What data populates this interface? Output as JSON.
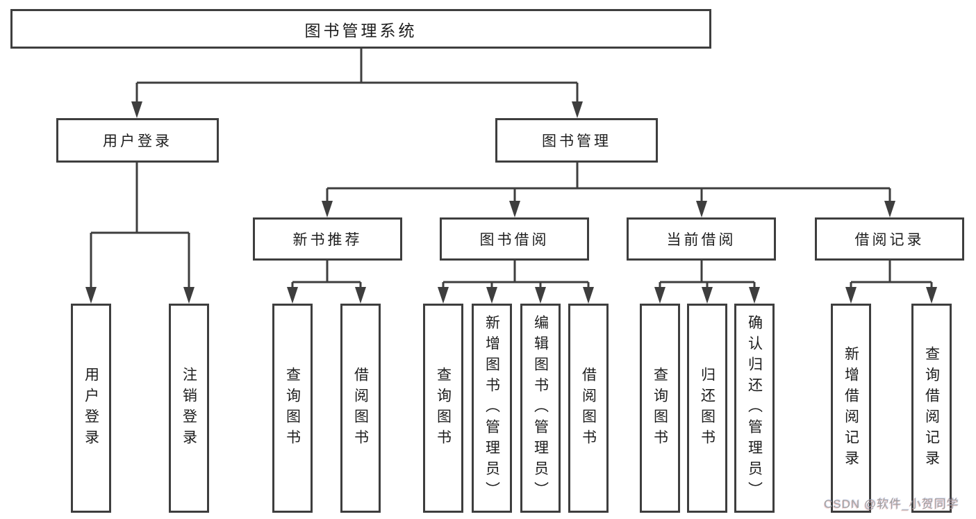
{
  "diagram": {
    "root": {
      "label": "图书管理系统"
    },
    "branches": [
      {
        "label": "用户登录",
        "children": [
          {
            "label": "用户登录"
          },
          {
            "label": "注销登录"
          }
        ]
      },
      {
        "label": "图书管理",
        "children": [
          {
            "label": "新书推荐",
            "children": [
              {
                "label": "查询图书"
              },
              {
                "label": "借阅图书"
              }
            ]
          },
          {
            "label": "图书借阅",
            "children": [
              {
                "label": "查询图书"
              },
              {
                "label": "新增图书（管理员）"
              },
              {
                "label": "编辑图书（管理员）"
              },
              {
                "label": "借阅图书"
              }
            ]
          },
          {
            "label": "当前借阅",
            "children": [
              {
                "label": "查询图书"
              },
              {
                "label": "归还图书"
              },
              {
                "label": "确认归还（管理员）"
              }
            ]
          },
          {
            "label": "借阅记录",
            "children": [
              {
                "label": "新增借阅记录"
              },
              {
                "label": "查询借阅记录"
              }
            ]
          }
        ]
      }
    ]
  },
  "watermark": {
    "text": "CSDN @软件_小贺同学"
  },
  "colors": {
    "line": "#3e3e3e",
    "text": "#1d1d1d",
    "background": "#ffffff",
    "watermark": "#a2a2a2"
  }
}
